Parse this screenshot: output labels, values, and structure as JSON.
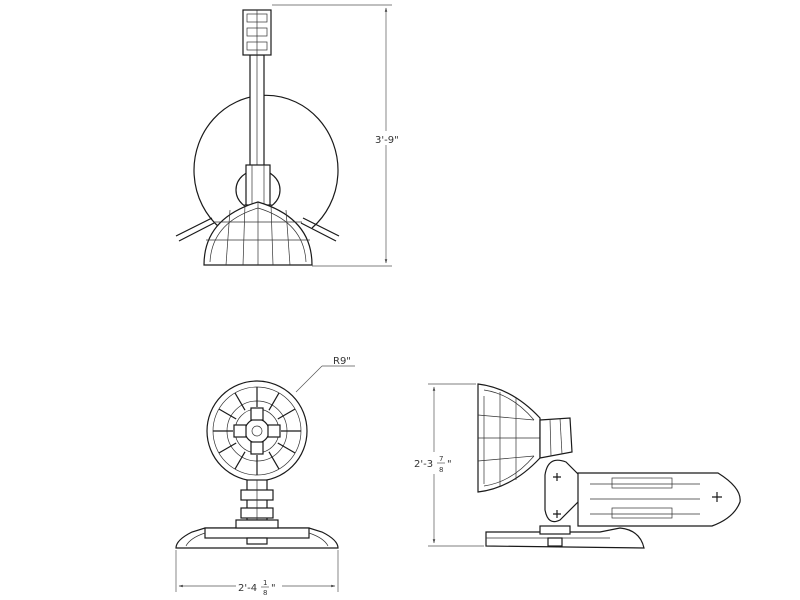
{
  "dimensions": {
    "top_height": "3'-9\"",
    "radius": "R9\"",
    "side_height_whole": "2'-3",
    "side_height_num": "7",
    "side_height_den": "8",
    "front_width_whole": "2'-4",
    "front_width_num": "1",
    "front_width_den": "8"
  }
}
